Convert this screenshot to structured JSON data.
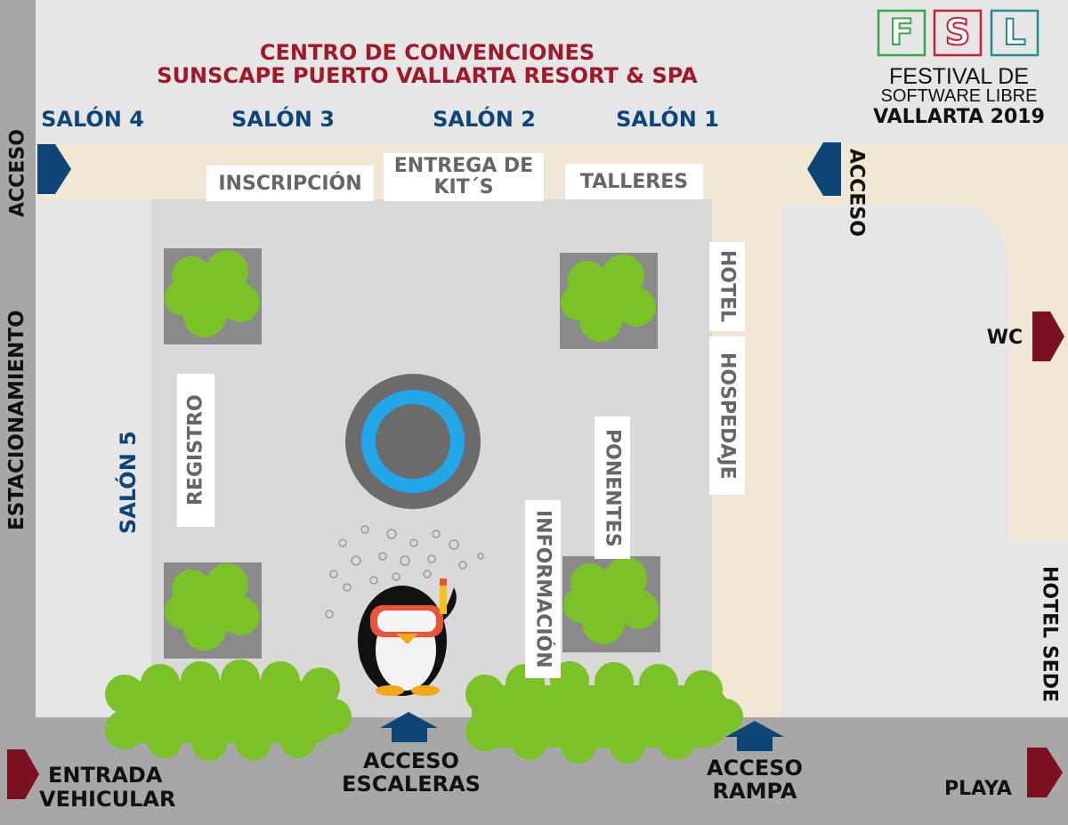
{
  "title": {
    "line1": "CENTRO DE CONVENCIONES",
    "line2": "SUNSCAPE PUERTO VALLARTA RESORT & SPA"
  },
  "logo": {
    "letters": [
      "F",
      "S",
      "L"
    ],
    "line1": "FESTIVAL DE",
    "line2": "SOFTWARE LIBRE",
    "line3": "VALLARTA 2019"
  },
  "salones": {
    "s4": "SALÓN 4",
    "s3": "SALÓN 3",
    "s2": "SALÓN 2",
    "s1": "SALÓN 1",
    "s5": "SALÓN 5"
  },
  "boxes": {
    "inscripcion": "INSCRIPCIÓN",
    "entrega_line1": "ENTREGA DE",
    "entrega_line2": "KIT´S",
    "talleres": "TALLERES",
    "registro": "REGISTRO",
    "ponentes": "PONENTES",
    "informacion": "INFORMACIÓN",
    "hotel": "HOTEL",
    "hospedaje": "HOSPEDAJE"
  },
  "labels": {
    "acceso_left": "ACCESO",
    "acceso_right": "ACCESO",
    "estacionamiento": "ESTACIONAMIENTO",
    "wc": "WC",
    "hotel_sede": "HOTEL SEDE",
    "entrada_line1": "ENTRADA",
    "entrada_line2": "VEHICULAR",
    "escaleras_line1": "ACCESO",
    "escaleras_line2": "ESCALERAS",
    "rampa_line1": "ACCESO",
    "rampa_line2": "RAMPA",
    "playa": "PLAYA"
  },
  "colors": {
    "road": "#a7a7a7",
    "ground": "#e6e6e6",
    "plaza": "#d9d9d9",
    "walkway": "#f2e6d4",
    "bush": "#7ac227",
    "planter": "#8a8a8a",
    "fountain_ring": "#22a7e8",
    "blue_arrow": "#0e4577",
    "red_arrow": "#7a1020",
    "logo_green": "#3aa64a",
    "logo_red": "#c8203a",
    "logo_teal": "#2a8a8f"
  }
}
